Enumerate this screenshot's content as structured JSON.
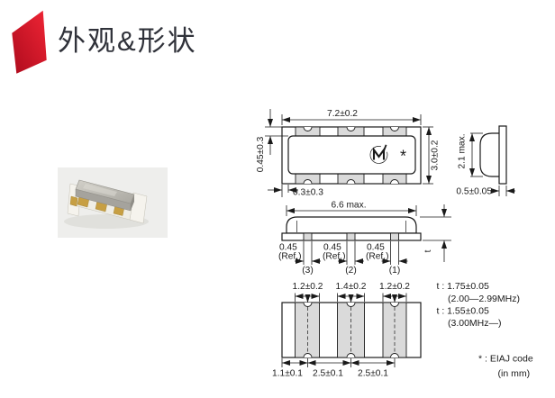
{
  "header": {
    "title": "外观&形状"
  },
  "drawing": {
    "top_view": {
      "dim_width": "7.2±0.2",
      "dim_height": "3.0±0.2",
      "dim_pad_edge": "0.45±0.3",
      "dim_cap_offset": "0.3±0.3",
      "logo_letter": "M",
      "eiaj_mark": "*"
    },
    "side_view": {
      "dim_height": "2.1 max.",
      "dim_substrate": "0.5±0.05"
    },
    "front_view": {
      "dim_cap_length": "6.6 max.",
      "dim_thickness": "t",
      "tab_dims": [
        {
          "value": "0.45",
          "ref": "(Ref.)",
          "label": "(3)"
        },
        {
          "value": "0.45",
          "ref": "(Ref.)",
          "label": "(2)"
        },
        {
          "value": "0.45",
          "ref": "(Ref.)",
          "label": "(1)"
        }
      ]
    },
    "bottom_view": {
      "top_dims": [
        "1.2±0.2",
        "1.4±0.2",
        "1.2±0.2"
      ],
      "bottom_dims": [
        "1.1±0.1",
        "2.5±0.1",
        "2.5±0.1"
      ]
    },
    "notes": {
      "thickness_1": "t : 1.75±0.05",
      "thickness_1_range": "(2.00—2.99MHz)",
      "thickness_2": "t : 1.55±0.05",
      "thickness_2_range": "(3.00MHz—)",
      "eiaj_note": "* : EIAJ code",
      "unit_note": "(in mm)"
    },
    "colors": {
      "line": "#1a1a1a",
      "pad_fill": "#dadada",
      "accent_red": "#d8142a"
    }
  }
}
